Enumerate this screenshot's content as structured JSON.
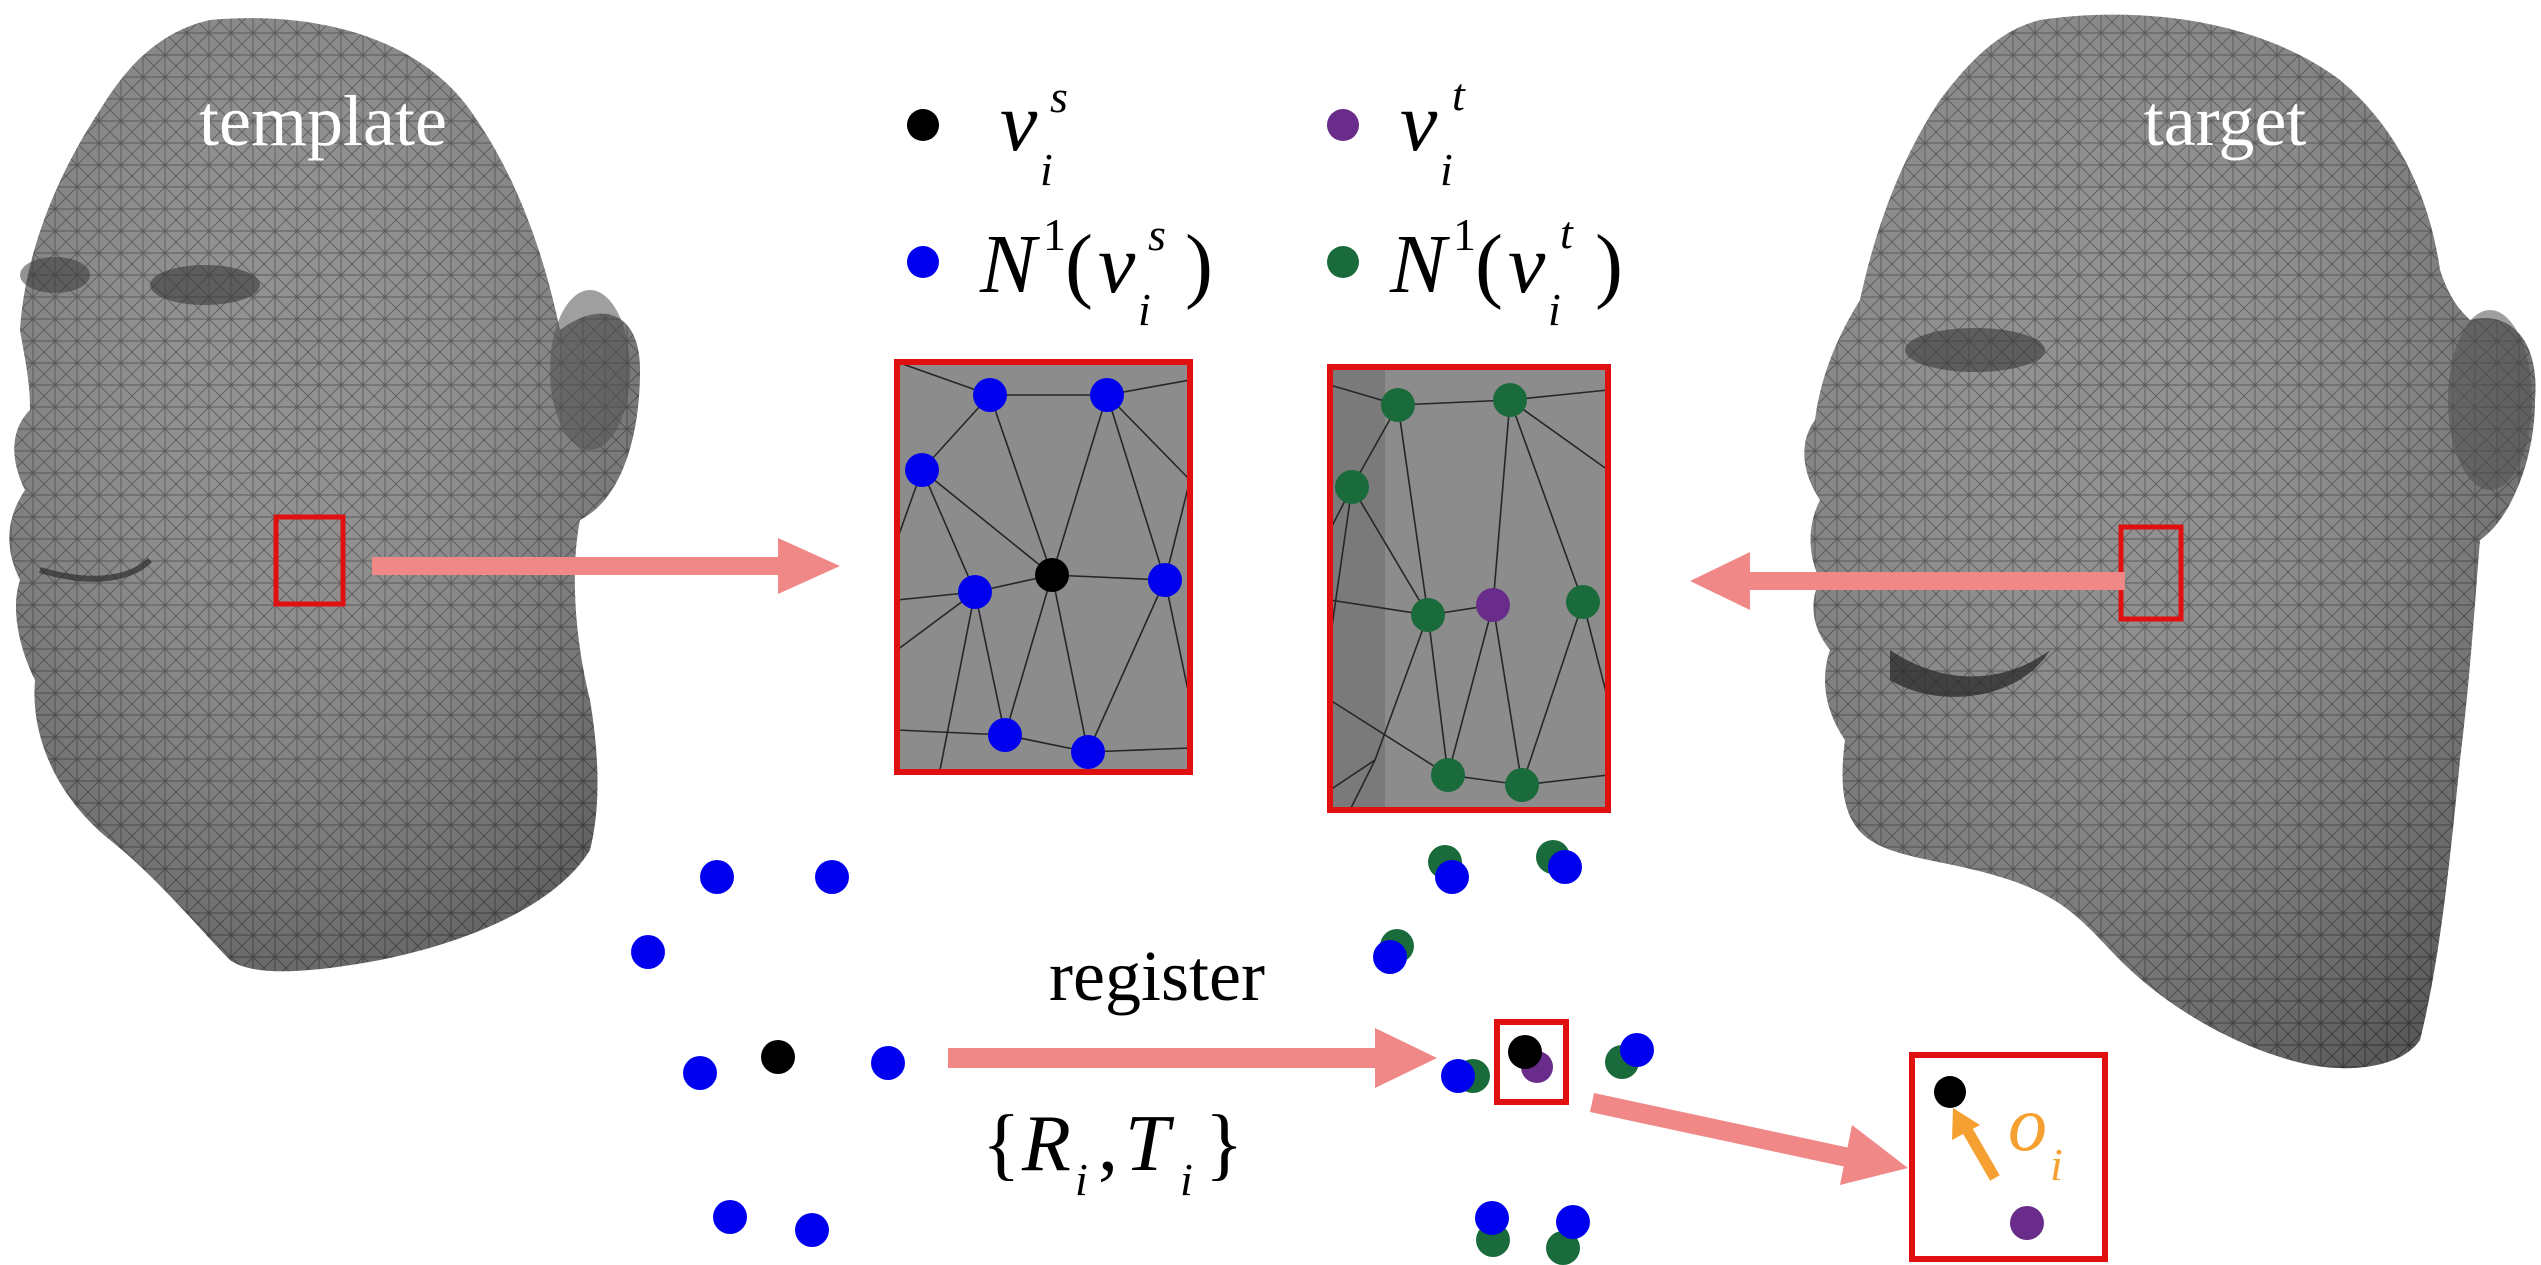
{
  "labels": {
    "template": "template",
    "target": "target",
    "register": "register"
  },
  "legend": {
    "vs": {
      "base": "v",
      "sub": "i",
      "sup": "s"
    },
    "vt": {
      "base": "v",
      "sub": "i",
      "sup": "t"
    },
    "n1s": {
      "n": "N",
      "nsup": "1",
      "open": "(",
      "base": "v",
      "sub": "i",
      "sup": "s",
      "close": ")"
    },
    "n1t": {
      "n": "N",
      "nsup": "1",
      "open": "(",
      "base": "v",
      "sub": "i",
      "sup": "t",
      "close": ")"
    }
  },
  "transform": {
    "open": "{",
    "r": "R",
    "rsub": "i",
    "comma": ",",
    "t": "T",
    "tsub": "i",
    "close": "}"
  },
  "offset": {
    "base": "o",
    "sub": "i"
  },
  "colors": {
    "source_vertex": "#000000",
    "target_vertex": "#6a2c8a",
    "source_neighbor": "#0000ee",
    "target_neighbor": "#1a6b3c",
    "arrow": "#f08888",
    "frame": "#e01010",
    "offset_arrow": "#f5a030",
    "mesh": "#8a8a8a",
    "mesh_dark": "#5a5a5a",
    "patch_bg": "#8c8c8c"
  }
}
